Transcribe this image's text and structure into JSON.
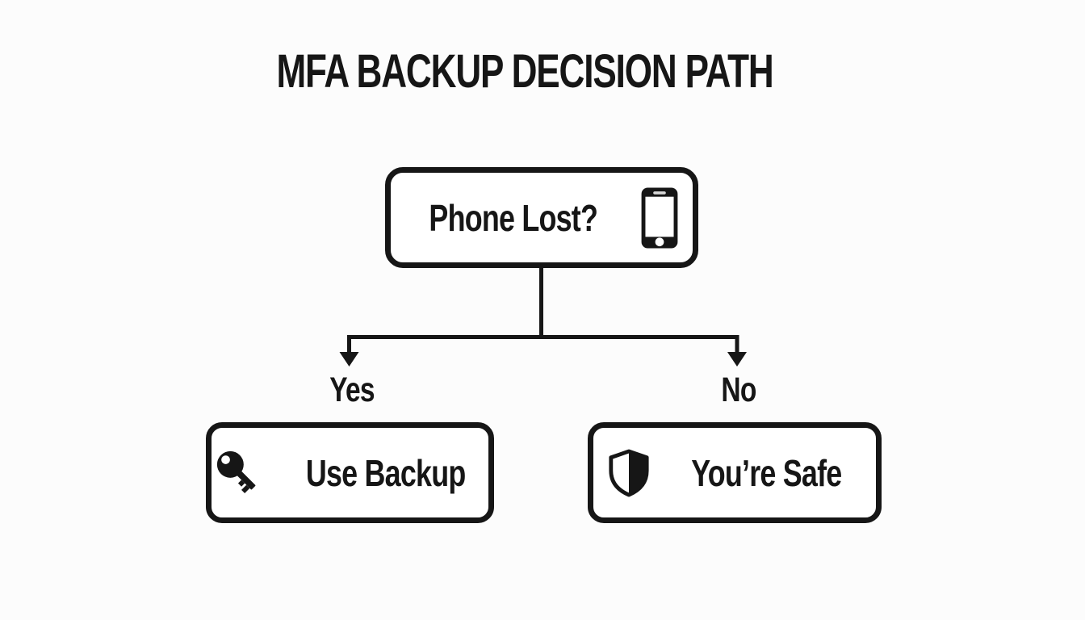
{
  "page": {
    "background": "#fcfcfc",
    "ink": "#161616"
  },
  "title": "MFA BACKUP DECISION PATH",
  "flowchart": {
    "root": {
      "label": "Phone Lost?",
      "icon": "smartphone-icon"
    },
    "branches": [
      {
        "label": "Yes",
        "result": {
          "label": "Use Backup",
          "icon": "key-icon"
        }
      },
      {
        "label": "No",
        "result": {
          "label": "You’re Safe",
          "icon": "shield-icon"
        }
      }
    ]
  }
}
